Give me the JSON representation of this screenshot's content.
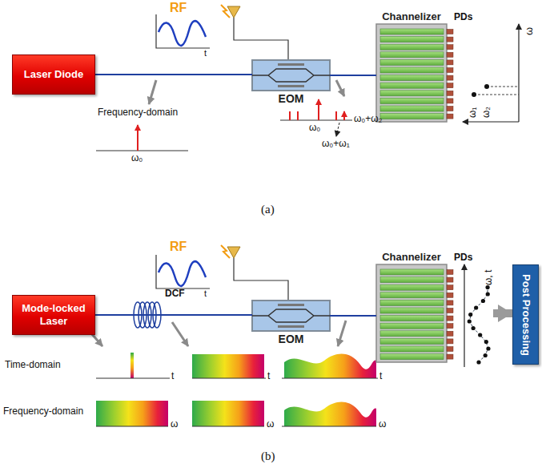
{
  "diagram": {
    "nodes": [
      {
        "text": [
          "Laser Diode"
        ]
      },
      {
        "text": [
          "EOM"
        ]
      },
      {
        "text": [
          "Channelizer"
        ]
      },
      {
        "text": [
          "Mode-locked Laser"
        ]
      },
      {
        "text": [
          "EOM"
        ]
      },
      {
        "text": [
          "Channelizer"
        ]
      },
      {
        "text": [
          "Post Processing"
        ]
      }
    ],
    "edges": [
      {
        "from": 0,
        "to": 1,
        "arrow": "none"
      },
      {
        "from": 1,
        "to": 2,
        "arrow": "none"
      },
      {
        "from": 3,
        "to": 4,
        "arrow": "none"
      },
      {
        "from": 4,
        "to": 5,
        "arrow": "none"
      },
      {
        "from": 5,
        "to": 6,
        "arrow": "to"
      }
    ],
    "labels": [
      "RF",
      "t",
      "Frequency-domain",
      "ω₀",
      "ω₀",
      "ω₀+ω₂",
      "ω₀+ω₁",
      "PDs",
      "ω",
      "ω₁",
      "ω₂",
      "(a)",
      "RF",
      "t",
      "DCF",
      "PDs",
      "ω, t",
      "Time-domain",
      "Frequency-domain",
      "t",
      "t",
      "t",
      "ω",
      "ω",
      "ω",
      "(b)"
    ]
  }
}
